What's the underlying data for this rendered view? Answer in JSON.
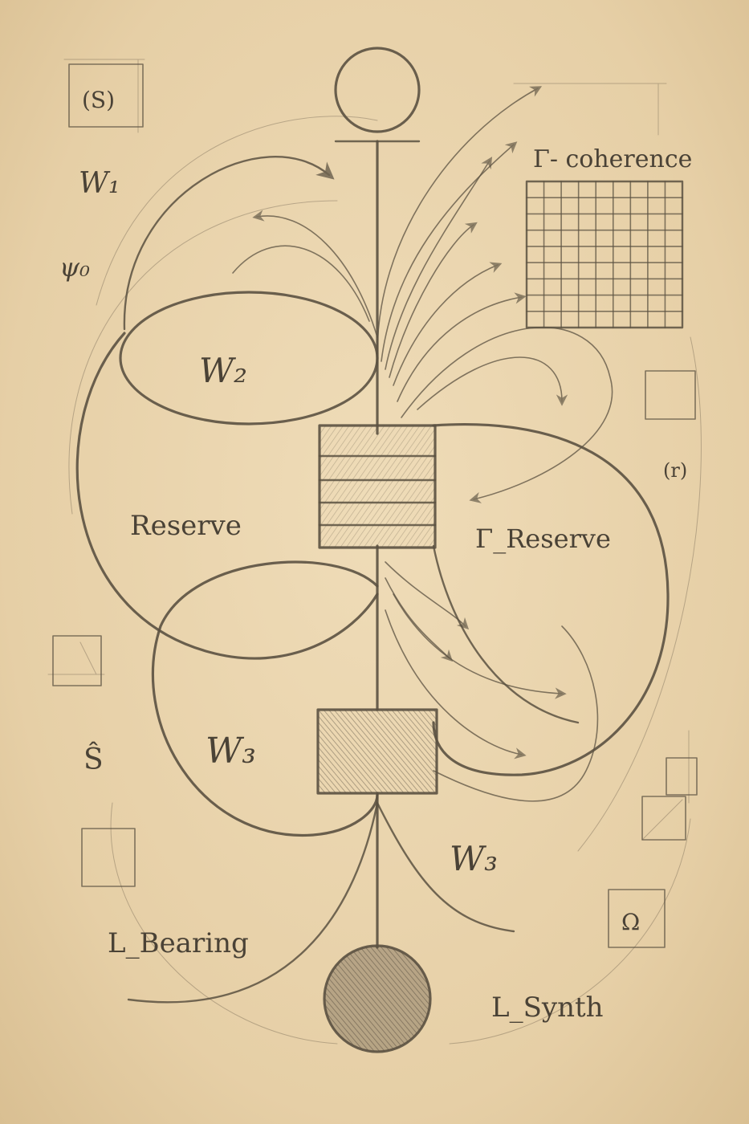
{
  "labels": {
    "s_box": "(S)",
    "w1": "W₁",
    "psi": "ψ₀",
    "gamma_coherence": "Γ- coherence",
    "w2": "W₂",
    "reserve": "Reserve",
    "gamma_reserve": "Γ_Reserve",
    "r_paren": "(r)",
    "s_script": "Ŝ",
    "w3_left": "W₃",
    "w3_right": "W₃",
    "omega": "Ω",
    "l_bearing": "L_Bearing",
    "l_synth": "L_Synth"
  },
  "colors": {
    "paper": "#e9d5b0",
    "graphite": "#5b5141",
    "shading": "#8b7d66"
  }
}
